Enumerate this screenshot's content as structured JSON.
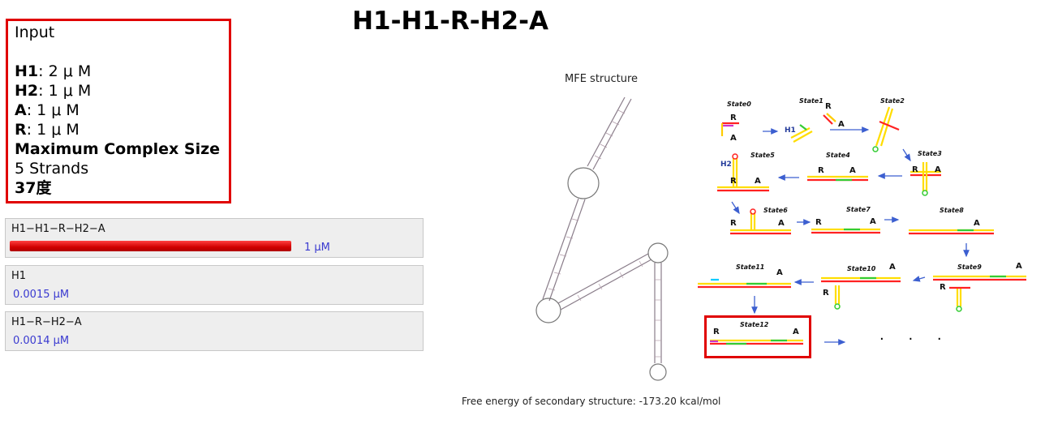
{
  "title": "H1-H1-R-H2-A",
  "input_box": {
    "heading": "Input",
    "lines": [
      {
        "label": "H1",
        "value": ": 2 μ M"
      },
      {
        "label": "H2",
        "value": ": 1 μ M"
      },
      {
        "label": "A",
        "value": ": 1 μ M"
      },
      {
        "label": "R",
        "value": ": 1 μ M"
      }
    ],
    "max_complex_label": "Maximum Complex Size",
    "max_complex_value": "5 Strands",
    "temperature": "37度"
  },
  "complexes": [
    {
      "name": "H1−H1−R−H2−A",
      "concentration": "1 μM",
      "fraction": 1.0
    },
    {
      "name": "H1",
      "concentration": "0.0015 μM"
    },
    {
      "name": "H1−R−H2−A",
      "concentration": "0.0014 μM"
    }
  ],
  "mfe": {
    "label": "MFE structure",
    "free_energy": "Free energy of secondary structure: -173.20 kcal/mol"
  },
  "states": [
    "State0",
    "State1",
    "State2",
    "State3",
    "State4",
    "State5",
    "State6",
    "State7",
    "State8",
    "State9",
    "State10",
    "State11",
    "State12"
  ],
  "strand_labels": {
    "R": "R",
    "A": "A",
    "H1": "H1",
    "H2": "H2"
  },
  "ellipsis": "· · ·",
  "colors": {
    "highlight": "#e00000",
    "arrow": "#3c5fd0",
    "concentration_text": "#3a3ad0"
  }
}
